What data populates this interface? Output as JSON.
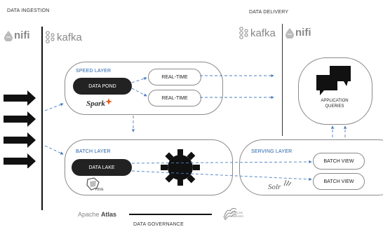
{
  "headers": {
    "ingestion": "DATA INGESTION",
    "delivery": "DATA DELIVERY",
    "governance": "DATA GOVERNANCE"
  },
  "logos": {
    "nifi_left": "nifi",
    "kafka_left": "kafka",
    "kafka_right": "kafka",
    "nifi_right": "nifi",
    "spark": "Spark",
    "solr": "Solr",
    "hive": "HIVE",
    "atlas_prefix": "Apache",
    "atlas_name": "Atlas",
    "ranger": "APACHE RANGER"
  },
  "speed_layer": {
    "title": "SPEED LAYER",
    "store": "DATA POND",
    "outputs": [
      "REAL-TIME",
      "REAL-TIME"
    ]
  },
  "batch_layer": {
    "title": "BATCH LAYER",
    "store": "DATA LAKE"
  },
  "serving_layer": {
    "title": "SERVING LAYER",
    "views": [
      "BATCH VIEW",
      "BATCH VIEW"
    ]
  },
  "application": {
    "label_line1": "APPLICATION",
    "label_line2": "QUERIES"
  },
  "colors": {
    "layer_title": "#1f5fa8",
    "arrow": "#4a7fc0",
    "dark": "#222222",
    "border": "#8a8a8a"
  },
  "icons": {
    "input_arrows": "arrow-right-icon",
    "gear": "gear-icon",
    "speech": "speech-bubble-icon"
  }
}
